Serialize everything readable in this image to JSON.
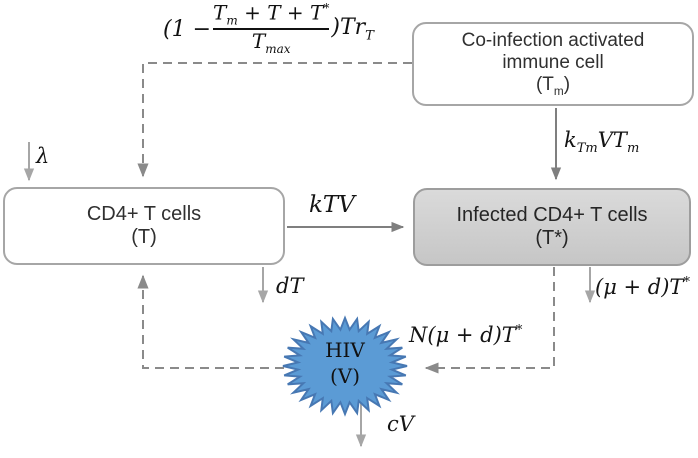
{
  "nodes": {
    "coinfection": {
      "line1": "Co-infection activated",
      "line2": "immune cell",
      "symbol_open": "(T",
      "symbol_sub": "m",
      "symbol_close": ")"
    },
    "cd4": {
      "line1": "CD4+ T cells",
      "line2": "(T)"
    },
    "infected": {
      "line1": "Infected CD4+ T cells",
      "line2": "(T*)"
    },
    "hiv": {
      "line1": "HIV",
      "line2": "(V)"
    }
  },
  "flow_labels": {
    "lambda": "λ",
    "ktv": "kTV",
    "ktm_k": "k",
    "ktm_k_sub": "Tm",
    "ktm_mid": "VT",
    "ktm_mid_sub": "m",
    "dt": "dT",
    "mu_d_main": "(μ + d)T",
    "mu_d_sup": "*",
    "n_mu_d_main": "N(μ + d)T",
    "n_mu_d_sup": "*",
    "cv": "cV"
  },
  "growth_formula": {
    "open": "(1 −",
    "num_t1": "T",
    "num_t1_sub": "m",
    "num_rest": " + T + T",
    "num_sup": "*",
    "den": "T",
    "den_sub": "max",
    "close": ")Tr",
    "close_sub": "T"
  },
  "colors": {
    "star_fill": "#5b9bd5",
    "star_stroke": "#4778b3",
    "box_border": "#a6a6a6",
    "infected_fill": "#d3d3d3",
    "arrow_dark": "#7f7f7f",
    "arrow_light": "#a6a6a6",
    "arrow_dashed": "#8a8a8a"
  }
}
